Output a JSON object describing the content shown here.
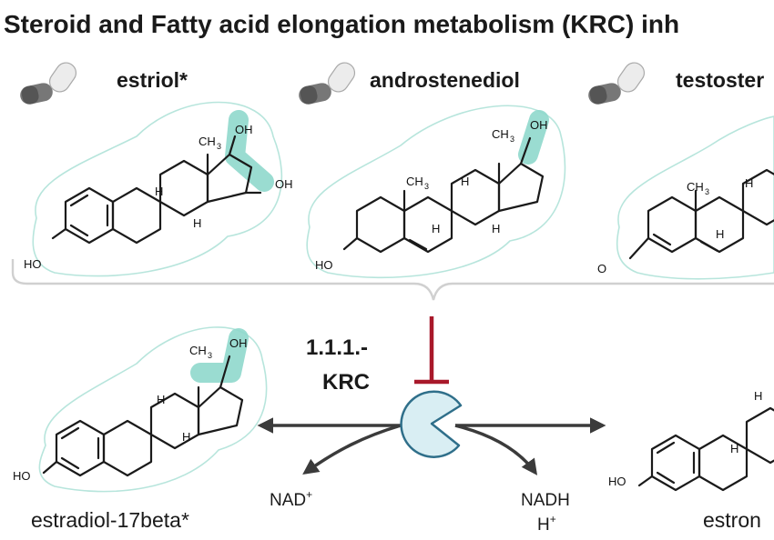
{
  "title": "Steroid and Fatty acid elongation metabolism (KRC) inh",
  "inhibitors": [
    {
      "name": "estriol*"
    },
    {
      "name": "androstenediol"
    },
    {
      "name": "testoster"
    }
  ],
  "enzyme": {
    "ec": "1.1.1.-",
    "name": "KRC"
  },
  "cofactors": {
    "left": "NAD",
    "left_sup": "+",
    "right_1": "NADH",
    "right_2": "H",
    "right_2_sup": "+"
  },
  "substrate": {
    "name": "estradiol-17beta*"
  },
  "product": {
    "name": "estron"
  },
  "atoms": {
    "ch3": "CH",
    "three": "3",
    "oh": "OH",
    "ho": "HO",
    "h": "H",
    "o": "O"
  },
  "colors": {
    "highlight": "#8fd8cc",
    "halo": "#b7e5dc",
    "enzyme_fill": "#d9eef3",
    "inhibition": "#a8182a",
    "arrow": "#3b3b3b"
  }
}
